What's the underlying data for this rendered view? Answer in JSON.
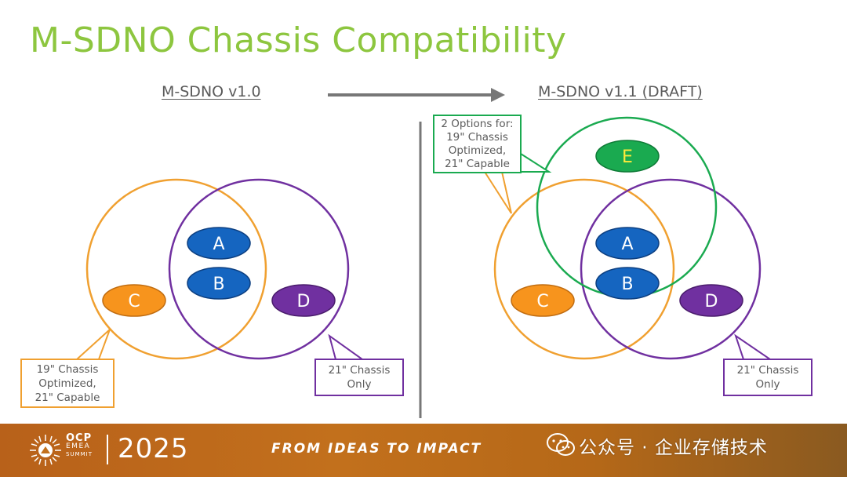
{
  "slide": {
    "title": "M-SDNO Chassis Compatibility",
    "left_version": "M-SDNO v1.0",
    "right_version": "M-SDNO v1.1 (DRAFT)"
  },
  "left_diagram": {
    "ovals": {
      "a": "A",
      "b": "B",
      "c": "C",
      "d": "D"
    },
    "callout_19": [
      "19\" Chassis",
      "Optimized,",
      "21\" Capable"
    ],
    "callout_21": [
      "21\" Chassis",
      "Only"
    ]
  },
  "right_diagram": {
    "ovals": {
      "a": "A",
      "b": "B",
      "c": "C",
      "d": "D",
      "e": "E"
    },
    "callout_options": [
      "2 Options for:",
      "19\" Chassis",
      "Optimized,",
      "21\" Capable"
    ],
    "callout_21": [
      "21\" Chassis",
      "Only"
    ]
  },
  "colors": {
    "title_green": "#8dc63f",
    "orange": "#f0a030",
    "purple": "#7030a0",
    "green": "#1aaa50",
    "blue": "#1565c0",
    "gray": "#5a5a5a"
  },
  "footer": {
    "ocp": "OCP",
    "emea": "EMEA",
    "summit": "SUMMIT",
    "year": "2025",
    "tagline": "FROM IDEAS TO IMPACT",
    "watermark": "公众号 · 企业存储技术"
  }
}
